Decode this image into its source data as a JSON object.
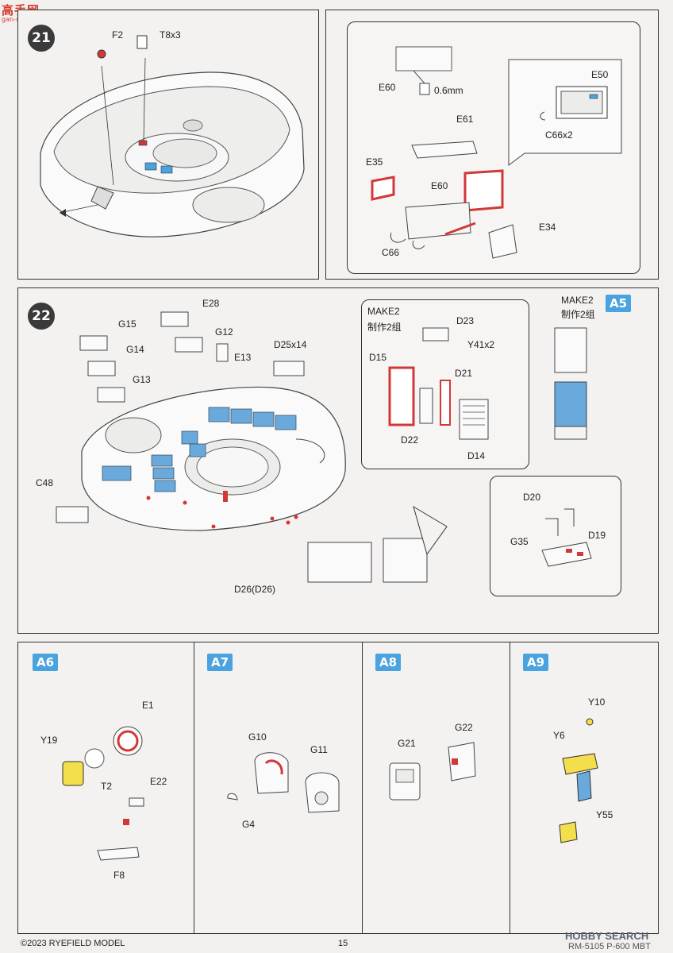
{
  "watermark": {
    "top_text": "高手网",
    "top_sub": "gan-shou.com",
    "bottom_text": "HOBBY SEARCH"
  },
  "step21": {
    "number": "21",
    "labels": {
      "f2": "F2",
      "t8x3": "T8x3"
    }
  },
  "step21_right": {
    "labels": {
      "e60_top": "E60",
      "thickness": "0.6mm",
      "e50": "E50",
      "c66x2": "C66x2",
      "e61": "E61",
      "e35": "E35",
      "e60": "E60",
      "e34": "E34",
      "c66": "C66"
    }
  },
  "step22": {
    "number": "22",
    "labels": {
      "g15": "G15",
      "e28": "E28",
      "g12": "G12",
      "g14": "G14",
      "e13": "E13",
      "d25x14": "D25x14",
      "g13": "G13",
      "c48": "C48",
      "d26": "D26(D26)"
    }
  },
  "step22_right": {
    "make2_left": "MAKE2",
    "make2_left_cn": "制作2组",
    "make2_right": "MAKE2",
    "make2_right_cn": "制作2组",
    "badge": "A5",
    "labels": {
      "d23": "D23",
      "y41x2": "Y41x2",
      "d15": "D15",
      "d21": "D21",
      "d22": "D22",
      "d14": "D14",
      "d20": "D20",
      "g35": "G35",
      "d19": "D19"
    }
  },
  "a6": {
    "badge": "A6",
    "labels": {
      "e1": "E1",
      "y19": "Y19",
      "t2": "T2",
      "e22": "E22",
      "f8": "F8"
    }
  },
  "a7": {
    "badge": "A7",
    "labels": {
      "g10": "G10",
      "g11": "G11",
      "g4": "G4"
    }
  },
  "a8": {
    "badge": "A8",
    "labels": {
      "g22": "G22",
      "g21": "G21"
    }
  },
  "a9": {
    "badge": "A9",
    "labels": {
      "y10": "Y10",
      "y6": "Y6",
      "y55": "Y55"
    }
  },
  "footer": {
    "copyright": "©2023 RYEFIELD MODEL",
    "page": "15",
    "code": "RM-5105 P-600 MBT"
  },
  "colors": {
    "accent_blue": "#4aa3df",
    "part_blue": "#6aa9dc",
    "part_red": "#d23838",
    "part_yellow": "#f3de4b"
  }
}
